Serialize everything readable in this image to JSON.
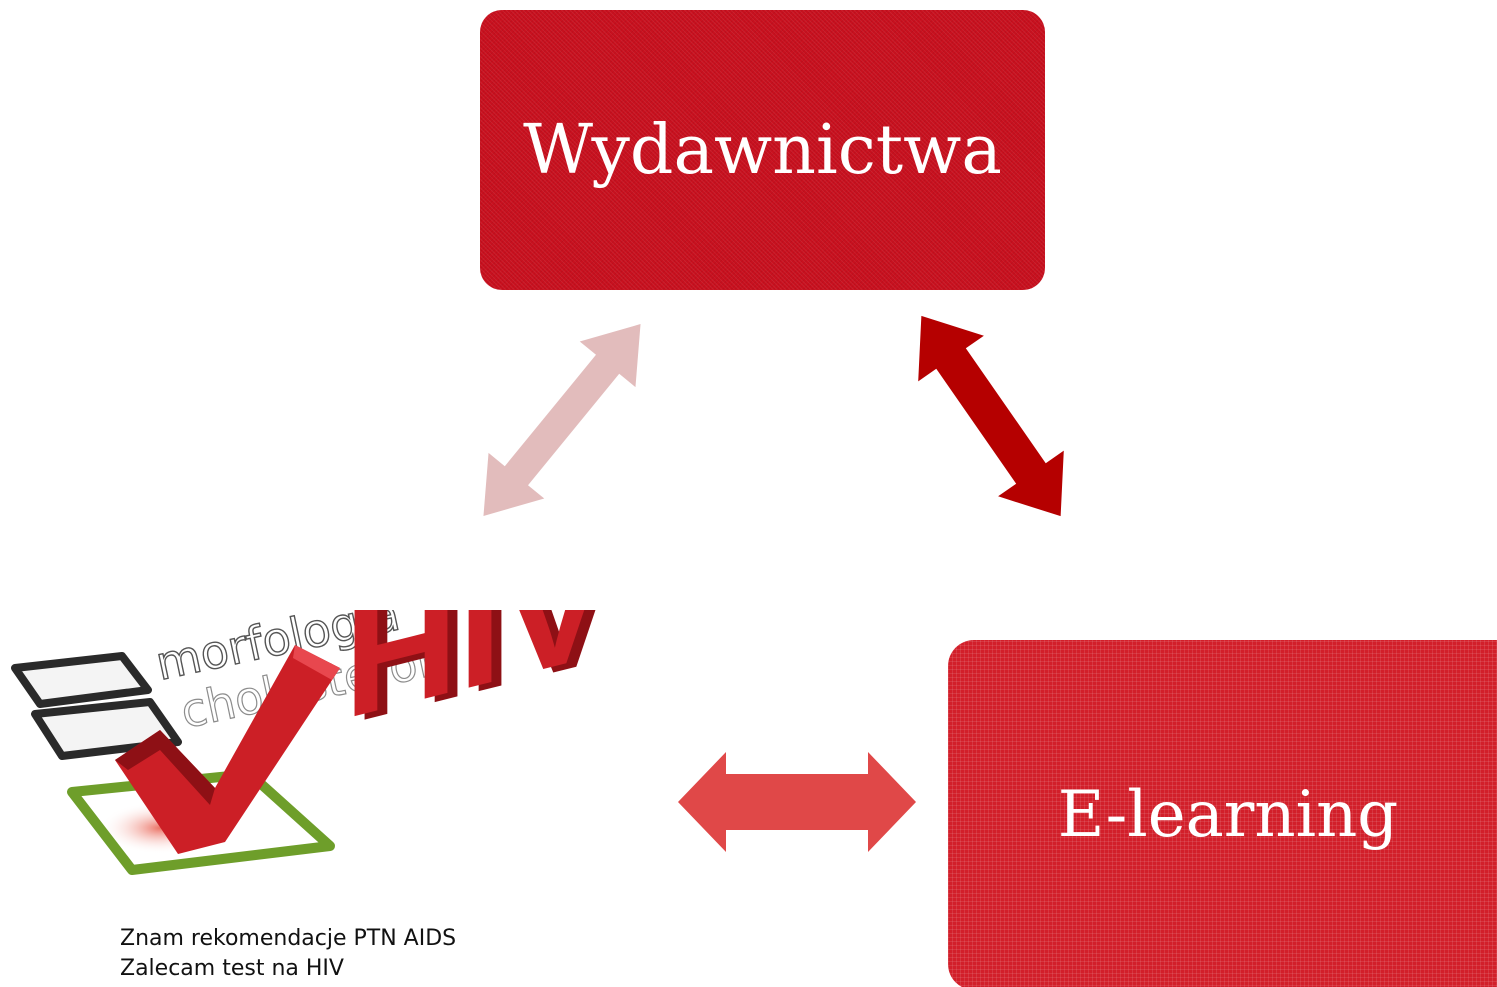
{
  "nodes": {
    "top": {
      "label": "Wydawnictwa"
    },
    "right": {
      "label": "E-learning"
    }
  },
  "logo": {
    "checklist_words": [
      "morfologia",
      "cholesterol"
    ],
    "big_text": "HIV",
    "caption_line_1": "Znam rekomendacje PTN AIDS",
    "caption_line_2": "Zalecam test na HIV"
  },
  "colors": {
    "box_top": "#c8101e",
    "box_right": "#d21f2a",
    "arrow_pink": "#e2bcbc",
    "arrow_dark": "#b50000",
    "arrow_mid": "#e04848",
    "check_red": "#cc1f26",
    "check_green": "#6e9e2a"
  }
}
